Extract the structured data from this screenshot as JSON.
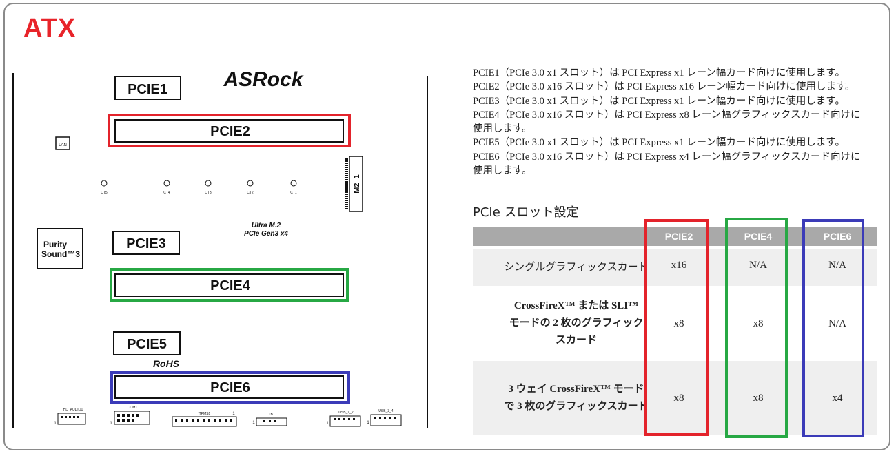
{
  "form_factor": "ATX",
  "brand_logo": "ASRock",
  "board": {
    "slots": [
      "PCIE1",
      "PCIE2",
      "PCIE3",
      "PCIE4",
      "PCIE5",
      "PCIE6"
    ],
    "lan": "LAN",
    "m2": "M2_1",
    "fans": [
      "CT5",
      "CT4",
      "CT3",
      "CT2",
      "CT1"
    ],
    "ultra_m2_line1": "Ultra M.2",
    "ultra_m2_line2": "PCIe Gen3 x4",
    "purity_line1": "Purity",
    "purity_line2": "Sound™3",
    "rohs": "RoHS",
    "headers": [
      "HD_AUDIO1",
      "COM1",
      "TPMS1",
      "TB1",
      "USB_1_2",
      "USB_3_4"
    ],
    "pin_one": "1"
  },
  "description": [
    "PCIE1（PCIe 3.0 x1 スロット）は PCI Express x1 レーン幅カード向けに使用します。",
    "PCIE2（PCIe 3.0 x16 スロット）は PCI Express x16 レーン幅カード向けに使用します。",
    "PCIE3（PCIe 3.0 x1 スロット）は PCI Express x1 レーン幅カード向けに使用します。",
    "PCIE4（PCIe 3.0 x16 スロット）は PCI Express x8 レーン幅グラフィックスカード向けに使用します。",
    "PCIE5（PCIe 3.0 x1 スロット）は PCI Express x1 レーン幅カード向けに使用します。",
    "PCIE6（PCIe 3.0 x16 スロット）は PCI Express x4 レーン幅グラフィックスカード向けに使用します。"
  ],
  "table": {
    "title": "PCIe スロット設定",
    "columns": [
      "PCIE2",
      "PCIE4",
      "PCIE6"
    ],
    "rows": [
      {
        "label_lines": [
          "シングルグラフィックスカード"
        ],
        "values": [
          "x16",
          "N/A",
          "N/A"
        ]
      },
      {
        "label_lines": [
          "CrossFireX™ または SLI™",
          "モードの 2 枚のグラフィック",
          "スカード"
        ],
        "values": [
          "x8",
          "x8",
          "N/A"
        ]
      },
      {
        "label_lines": [
          "3 ウェイ CrossFireX™ モード",
          "で 3 枚のグラフィックスカード"
        ],
        "values": [
          "x8",
          "x8",
          "x4"
        ]
      }
    ]
  },
  "highlight_colors": {
    "pcie2": "#e3232b",
    "pcie4": "#27a844",
    "pcie6": "#3b3bb8"
  }
}
